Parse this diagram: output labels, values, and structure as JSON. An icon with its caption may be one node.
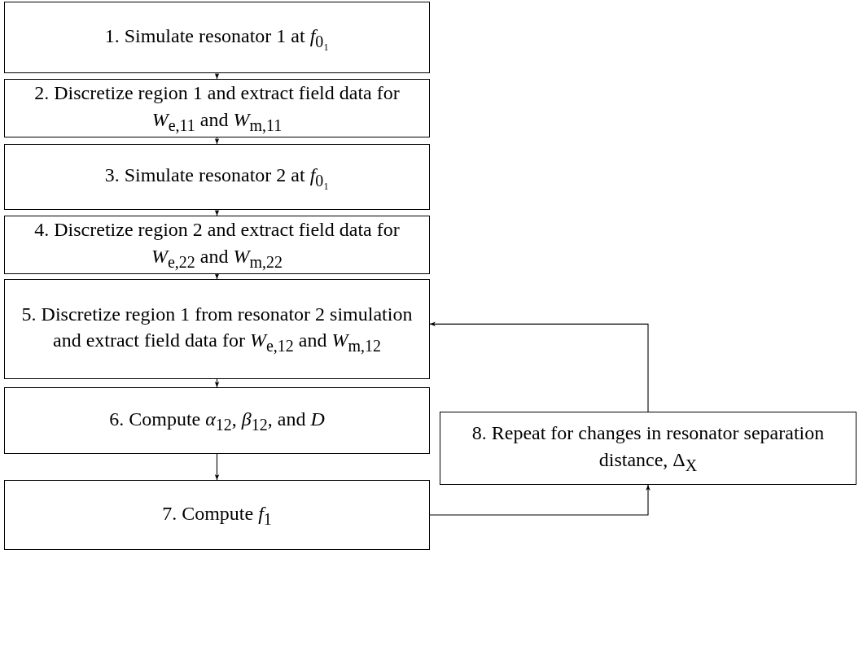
{
  "diagram": {
    "nodes": [
      {
        "text": [
          "1. Simulate resonator 1 at *f*$_{0₁}$"
        ]
      },
      {
        "text": [
          "2. Discretize region 1 and extract field data for *W*$_{e,11}$ and *W*$_{m,11}$"
        ]
      },
      {
        "text": [
          "3. Simulate resonator 2 at *f*$_{0₁}$"
        ]
      },
      {
        "text": [
          "4. Discretize region 2 and extract field data for *W*$_{e,22}$ and *W*$_{m,22}$"
        ]
      },
      {
        "text": [
          "5. Discretize region 1 from resonator 2 simulation and extract field data for *W*$_{e,12}$ and *W*$_{m,12}$"
        ]
      },
      {
        "text": [
          "6. Compute *α*$_{12}$, *β*$_{12}$, and *D*"
        ]
      },
      {
        "text": [
          "7. Compute *f*$_{1}$"
        ]
      },
      {
        "text": [
          "8. Repeat for changes in resonator separation distance, Δ$_{X}$"
        ]
      }
    ],
    "edges": [
      {
        "from": 0,
        "to": 1,
        "arrow": "to"
      },
      {
        "from": 1,
        "to": 2,
        "arrow": "to"
      },
      {
        "from": 2,
        "to": 3,
        "arrow": "to"
      },
      {
        "from": 3,
        "to": 4,
        "arrow": "to"
      },
      {
        "from": 4,
        "to": 5,
        "arrow": "to"
      },
      {
        "from": 5,
        "to": 6,
        "arrow": "to"
      },
      {
        "from": 6,
        "to": 7,
        "arrow": "to"
      },
      {
        "from": 7,
        "to": 4,
        "arrow": "to"
      }
    ]
  }
}
